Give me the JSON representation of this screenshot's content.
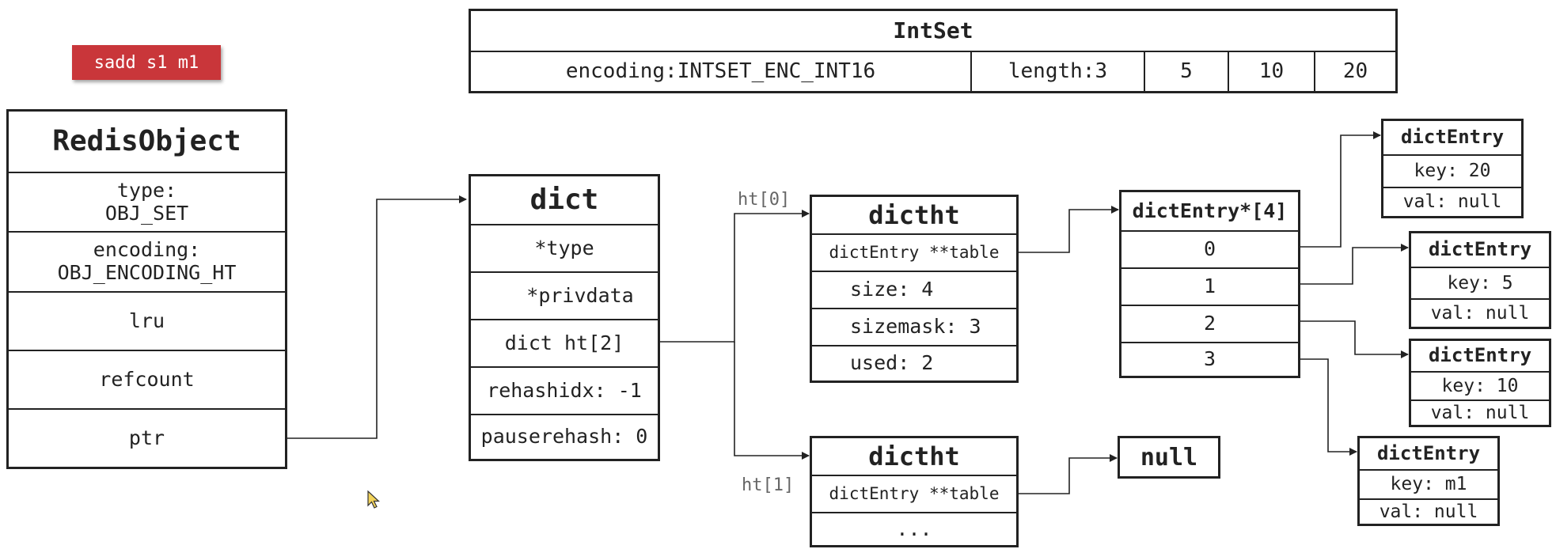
{
  "command": "sadd s1 m1",
  "intset": {
    "title": "IntSet",
    "encoding": "encoding:INTSET_ENC_INT16",
    "length": "length:3",
    "values": [
      "5",
      "10",
      "20"
    ]
  },
  "redis_object": {
    "title": "RedisObject",
    "type_line1": "type:",
    "type_line2": "OBJ_SET",
    "encoding_line1": "encoding:",
    "encoding_line2": "OBJ_ENCODING_HT",
    "lru": "lru",
    "refcount": "refcount",
    "ptr": "ptr"
  },
  "dict": {
    "title": "dict",
    "type": "*type",
    "privdata": "*privdata",
    "ht": "dict ht[2]",
    "rehashidx": "rehashidx: -1",
    "pauserehash": "pauserehash: 0"
  },
  "ht0_label": "ht[0]",
  "ht1_label": "ht[1]",
  "dictht0": {
    "title": "dictht",
    "table": "dictEntry **table",
    "size": "size: 4",
    "sizemask": "sizemask: 3",
    "used": "used: 2"
  },
  "dictht1": {
    "title": "dictht",
    "table": "dictEntry **table",
    "more": "..."
  },
  "null_box": "null",
  "bucket_array": {
    "title": "dictEntry*[4]",
    "slots": [
      "0",
      "1",
      "2",
      "3"
    ]
  },
  "entries": [
    {
      "title": "dictEntry",
      "key": "key: 20",
      "val": "val: null"
    },
    {
      "title": "dictEntry",
      "key": "key: 5",
      "val": "val: null"
    },
    {
      "title": "dictEntry",
      "key": "key: 10",
      "val": "val: null"
    },
    {
      "title": "dictEntry",
      "key": "key: m1",
      "val": "val: null"
    }
  ],
  "icons": {
    "cursor": "mouse-cursor-icon"
  }
}
